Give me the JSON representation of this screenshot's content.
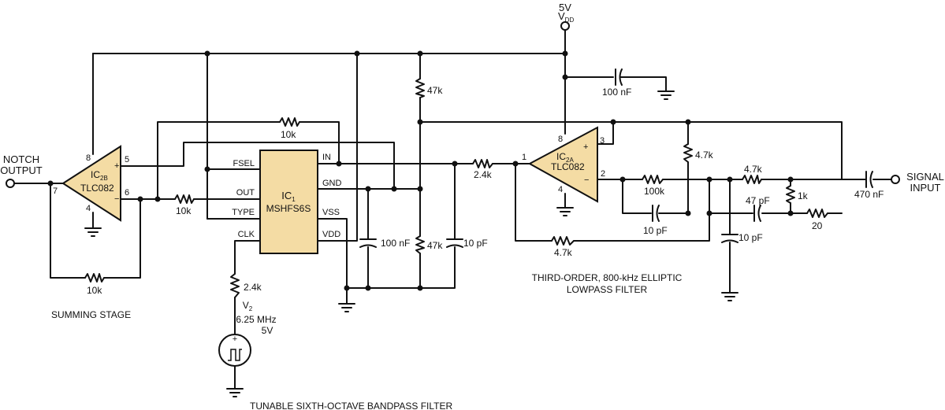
{
  "supply": {
    "voltage": "5V",
    "name_main": "V",
    "name_sub": "DD"
  },
  "terminals": {
    "notch_output": [
      "NOTCH",
      "OUTPUT"
    ],
    "signal_input": [
      "SIGNAL",
      "INPUT"
    ]
  },
  "ic2b": {
    "name_main": "IC",
    "name_sub": "2B",
    "part": "TLC082",
    "plus": "+",
    "minus": "−",
    "pins": {
      "p8": "8",
      "p4": "4",
      "p5": "5",
      "p6": "6",
      "p7": "7"
    }
  },
  "ic2a": {
    "name_main": "IC",
    "name_sub": "2A",
    "part": "TLC082",
    "plus": "+",
    "minus": "−",
    "pins": {
      "p8": "8",
      "p4": "4",
      "p3": "3",
      "p2": "2",
      "p1": "1"
    }
  },
  "ic1": {
    "name_main": "IC",
    "name_sub": "1",
    "part": "MSHFS6S",
    "pins": {
      "fsel": "FSEL",
      "out": "OUT",
      "type": "TYPE",
      "clk": "CLK",
      "in": "IN",
      "gnd": "GND",
      "vss": "VSS",
      "vdd": "VDD"
    }
  },
  "v2": {
    "name_main": "V",
    "name_sub": "2",
    "frequency": "6.25 MHz",
    "amplitude": "5V",
    "plus": "+"
  },
  "values": {
    "r47k_top": "47k",
    "r47k_bottom": "47k",
    "r10k_top": "10k",
    "r10k_out": "10k",
    "r10k_fb": "10k",
    "r2k4_in": "2.4k",
    "r2k4_clk": "2.4k",
    "r4k7_fb": "4.7k",
    "r100k": "100k",
    "r4k7_v": "4.7k",
    "r4k7_s": "4.7k",
    "r1k": "1k",
    "r20": "20",
    "c100n_vdd": "100 nF",
    "c100n_bp": "100 nF",
    "c10p_in": "10 pF",
    "c10p_fb": "10 pF",
    "c47p": "47 pF",
    "c10p_sh": "10 pF",
    "c470n": "470 nF"
  },
  "captions": {
    "summing": "SUMMING STAGE",
    "bandpass": "TUNABLE SIXTH-OCTAVE BANDPASS FILTER",
    "elliptic": [
      "THIRD-ORDER, 800-kHz ELLIPTIC",
      "LOWPASS FILTER"
    ]
  },
  "icons": [
    "ground-icon",
    "square-wave-icon"
  ]
}
